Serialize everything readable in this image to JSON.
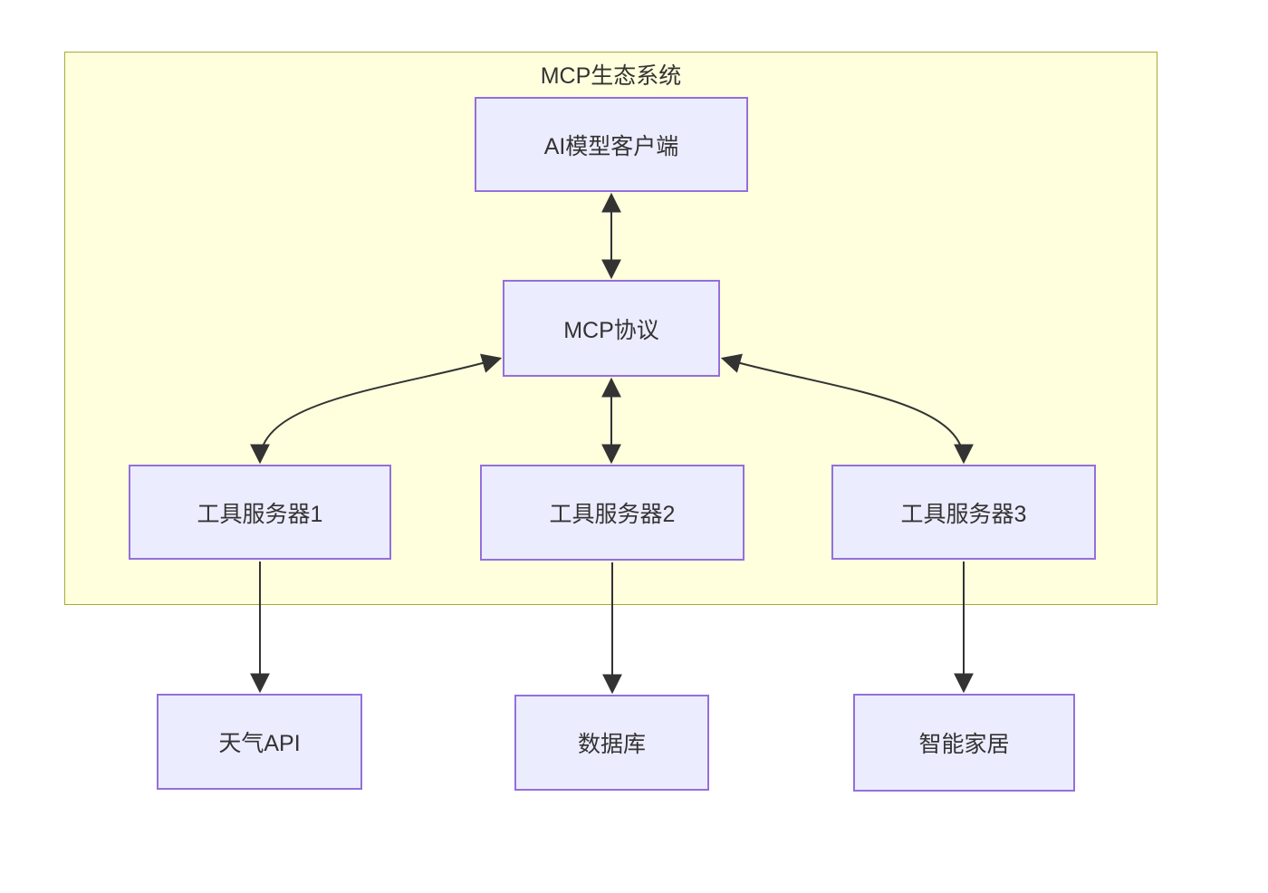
{
  "diagram": {
    "type": "flowchart",
    "container": {
      "title": "MCP生态系统"
    },
    "nodes": {
      "ai_client": {
        "label": "AI模型客户端"
      },
      "mcp_protocol": {
        "label": "MCP协议"
      },
      "server1": {
        "label": "工具服务器1"
      },
      "server2": {
        "label": "工具服务器2"
      },
      "server3": {
        "label": "工具服务器3"
      },
      "weather_api": {
        "label": "天气API"
      },
      "database": {
        "label": "数据库"
      },
      "smart_home": {
        "label": "智能家居"
      }
    },
    "edges": [
      {
        "from": "AI模型客户端",
        "to": "MCP协议",
        "direction": "bidirectional",
        "inside_container": true
      },
      {
        "from": "MCP协议",
        "to": "工具服务器1",
        "direction": "bidirectional",
        "inside_container": true
      },
      {
        "from": "MCP协议",
        "to": "工具服务器2",
        "direction": "bidirectional",
        "inside_container": true
      },
      {
        "from": "MCP协议",
        "to": "工具服务器3",
        "direction": "bidirectional",
        "inside_container": true
      },
      {
        "from": "工具服务器1",
        "to": "天气API",
        "direction": "one-way",
        "inside_container": false
      },
      {
        "from": "工具服务器2",
        "to": "数据库",
        "direction": "one-way",
        "inside_container": false
      },
      {
        "from": "工具服务器3",
        "to": "智能家居",
        "direction": "one-way",
        "inside_container": false
      }
    ],
    "colors": {
      "page_background": "#ffffff",
      "container_fill": "#ffffde",
      "container_border": "#aaaa33",
      "node_fill": "#ececff",
      "node_border": "#9370db",
      "edge_stroke": "#333333",
      "text": "#333333"
    }
  }
}
